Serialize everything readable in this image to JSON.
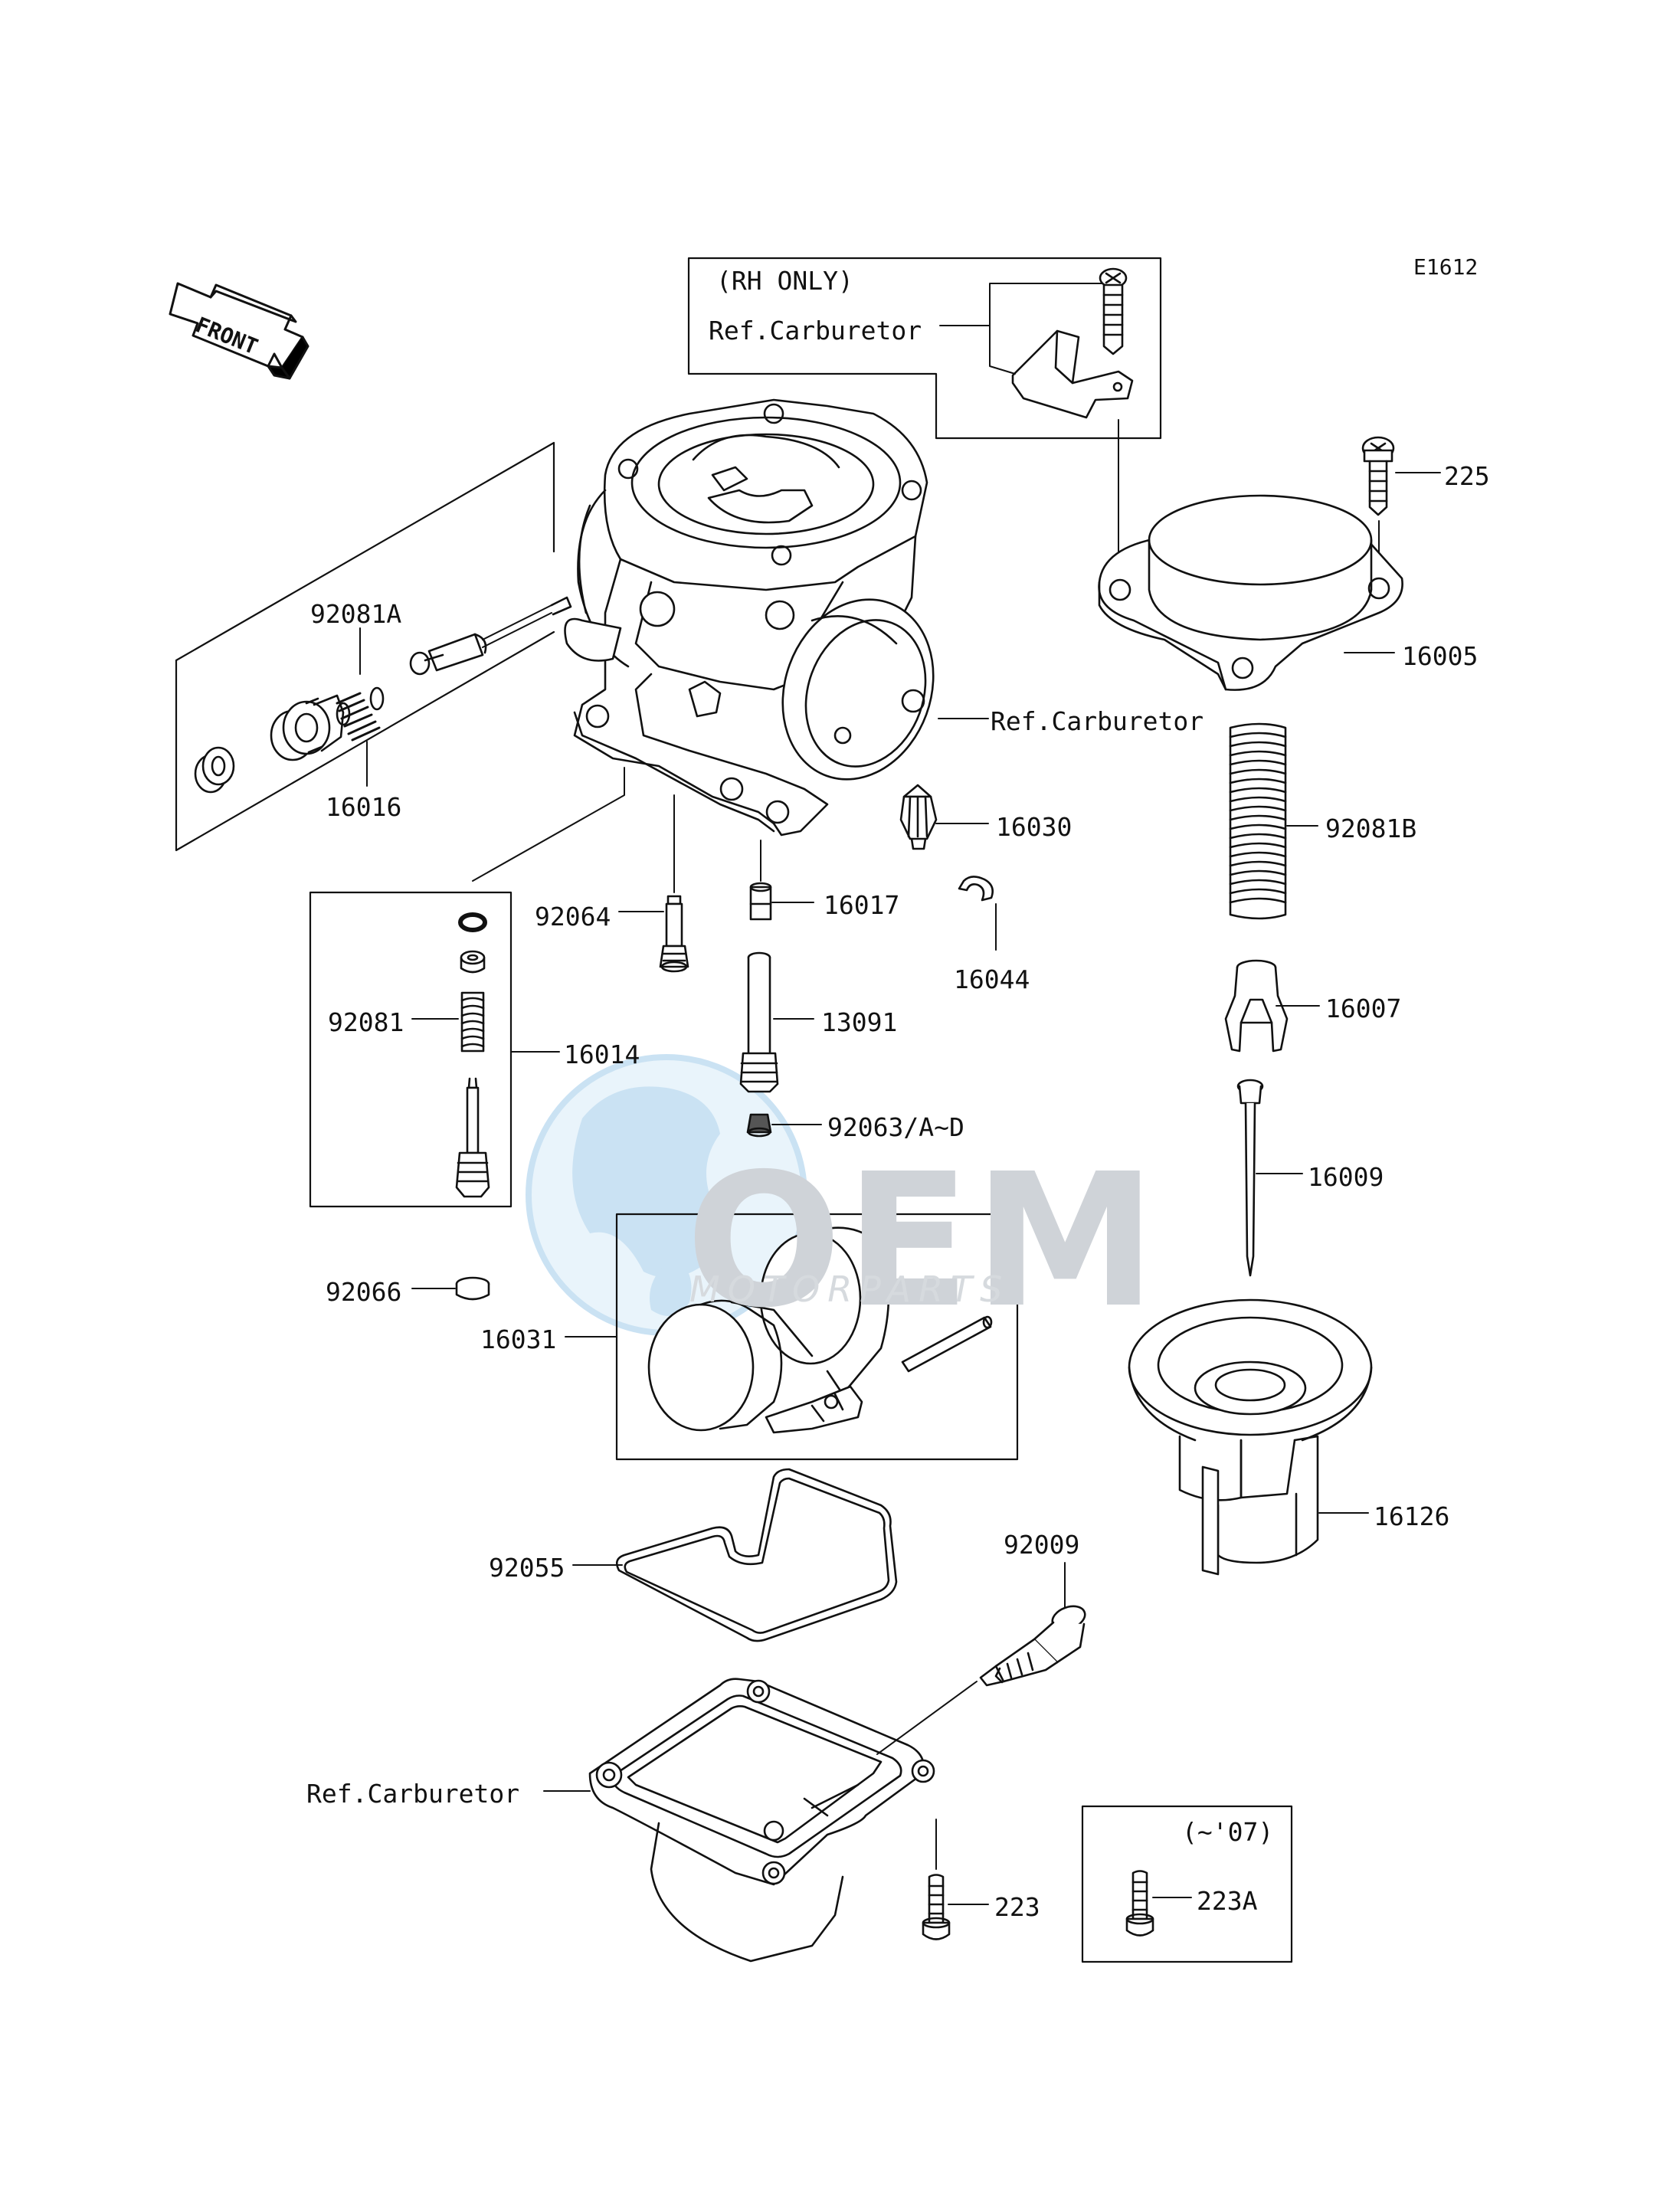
{
  "diagram_code": "E1612",
  "front_arrow": {
    "label": "FRONT"
  },
  "watermark": {
    "main": "OEM",
    "sub": "MOTORPARTS",
    "color": "#4aa3df"
  },
  "boxes": {
    "rh_only": {
      "title": "(RH ONLY)",
      "ref": "Ref.Carburetor"
    },
    "until_07": {
      "title": "(~'07)"
    }
  },
  "references": {
    "body": "Ref.Carburetor",
    "float_bowl": "Ref.Carburetor"
  },
  "parts": [
    {
      "part_no": "225"
    },
    {
      "part_no": "16005"
    },
    {
      "part_no": "92081A"
    },
    {
      "part_no": "16016"
    },
    {
      "part_no": "16030"
    },
    {
      "part_no": "92081B"
    },
    {
      "part_no": "92064"
    },
    {
      "part_no": "16017"
    },
    {
      "part_no": "16044"
    },
    {
      "part_no": "92081"
    },
    {
      "part_no": "16014"
    },
    {
      "part_no": "13091"
    },
    {
      "part_no": "16007"
    },
    {
      "part_no": "92063/A~D"
    },
    {
      "part_no": "16009"
    },
    {
      "part_no": "92066"
    },
    {
      "part_no": "16031"
    },
    {
      "part_no": "16126"
    },
    {
      "part_no": "92009"
    },
    {
      "part_no": "92055"
    },
    {
      "part_no": "223"
    },
    {
      "part_no": "223A"
    }
  ]
}
